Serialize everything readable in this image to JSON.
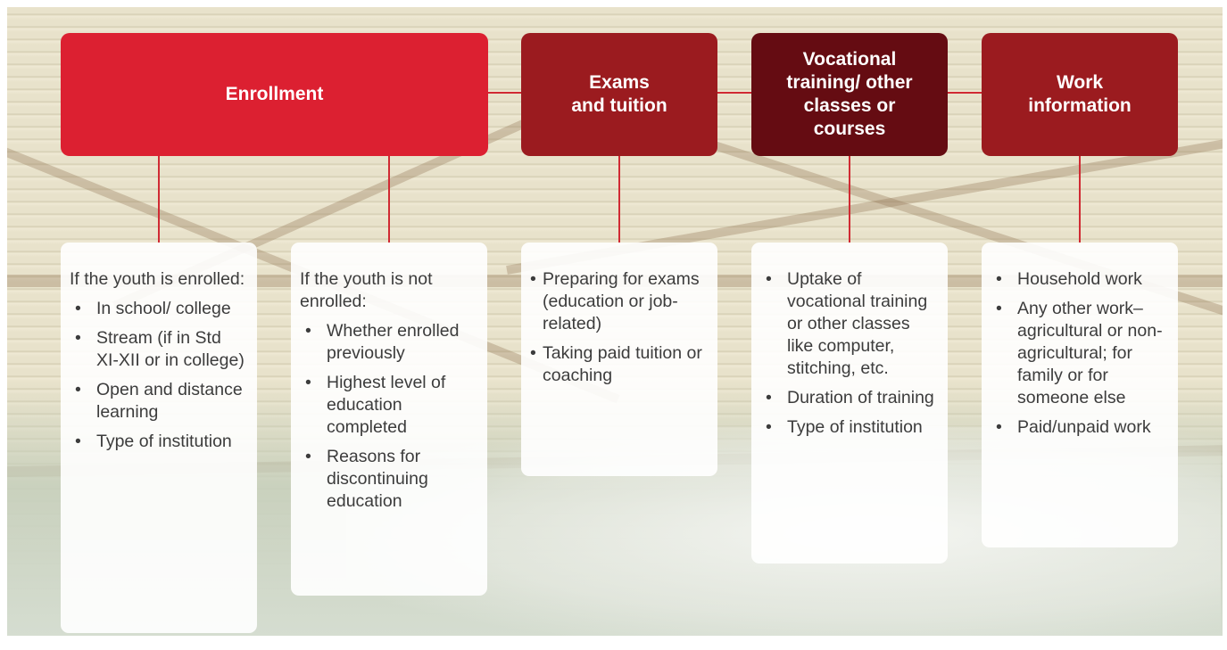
{
  "colors": {
    "enrollment": "#dc2031",
    "exams": "#9b1b1f",
    "vocational": "#650c12",
    "work": "#9b1b1f",
    "connector": "#d02a33"
  },
  "headers": [
    {
      "id": "enrollment",
      "label": "Enrollment"
    },
    {
      "id": "exams",
      "label": "Exams and tuition"
    },
    {
      "id": "vocational",
      "label": "Vocational training/ other classes or courses"
    },
    {
      "id": "work",
      "label": "Work information"
    }
  ],
  "cards": [
    {
      "intro": "If the youth is enrolled:",
      "items": [
        "In school/ college",
        "Stream (if in Std XI-XII or in college)",
        "Open and distance learning",
        "Type of institution"
      ]
    },
    {
      "intro": "If the youth is not enrolled:",
      "items": [
        "Whether enrolled previously",
        "Highest level of education completed",
        "Reasons for discontinuing education"
      ]
    },
    {
      "items": [
        "Preparing for exams (education or job-related)",
        "Taking paid tuition or coaching"
      ]
    },
    {
      "items": [
        "Uptake of vocational training or other classes like computer, stitching, etc.",
        "Duration of training",
        "Type of institution"
      ]
    },
    {
      "items": [
        "Household work",
        "Any other work– agricultural or non-agricultural; for family or for someone else",
        "Paid/unpaid work"
      ]
    }
  ]
}
